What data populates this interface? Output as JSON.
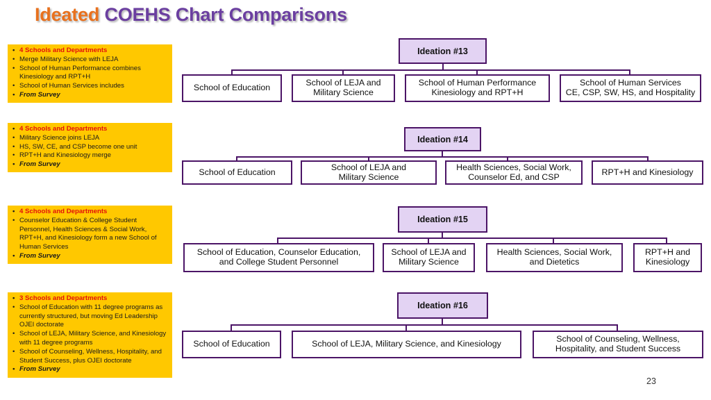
{
  "title": {
    "part1": "Ideated",
    "part2": "COEHS Chart Comparisons"
  },
  "page_number": "23",
  "sections": [
    {
      "note": {
        "heading": "4 Schools and Departments",
        "items": [
          "Merge Military Science with LEJA",
          "School of Human Performance combines Kinesiology and RPT+H",
          "School of Human Services includes"
        ],
        "survey": "From Survey"
      },
      "ideation": "Ideation #13",
      "units": [
        {
          "l1": "School of Education",
          "l2": ""
        },
        {
          "l1": "School of LEJA and",
          "l2": "Military Science"
        },
        {
          "l1": "School of Human Performance",
          "l2": "Kinesiology and RPT+H"
        },
        {
          "l1": "School of Human Services",
          "l2": "CE, CSP, SW, HS, and Hospitality"
        }
      ]
    },
    {
      "note": {
        "heading": "4 Schools and Departments",
        "items": [
          "Military Science joins LEJA",
          "HS, SW, CE, and CSP become one unit",
          "RPT+H and Kinesiology merge"
        ],
        "survey": "From Survey"
      },
      "ideation": "Ideation #14",
      "units": [
        {
          "l1": "School of Education",
          "l2": ""
        },
        {
          "l1": "School of LEJA and",
          "l2": "Military Science"
        },
        {
          "l1": "Health Sciences, Social Work,",
          "l2": "Counselor Ed, and CSP"
        },
        {
          "l1": "RPT+H and Kinesiology",
          "l2": ""
        }
      ]
    },
    {
      "note": {
        "heading": "4 Schools and Departments",
        "items": [
          "Counselor Education & College Student Personnel, Health Sciences & Social Work, RPT+H, and Kinesiology form a new School of Human Services"
        ],
        "survey": "From Survey"
      },
      "ideation": "Ideation #15",
      "units": [
        {
          "l1": "School of Education,  Counselor Education,",
          "l2": "and College Student Personnel"
        },
        {
          "l1": "School of LEJA and",
          "l2": "Military Science"
        },
        {
          "l1": "Health Sciences, Social Work,",
          "l2": "and Dietetics"
        },
        {
          "l1": "RPT+H and",
          "l2": "Kinesiology"
        }
      ]
    },
    {
      "note": {
        "heading": "3 Schools and Departments",
        "items": [
          "School of Education with 11 degree programs  as currently structured, but moving Ed Leadership OJEI doctorate",
          "School of LEJA, Military Science, and Kinesiology with 11 degree programs",
          "School of Counseling, Wellness, Hospitality, and Student Success, plus OJEI doctorate"
        ],
        "survey": "From Survey"
      },
      "ideation": "Ideation #16",
      "units": [
        {
          "l1": "School of Education",
          "l2": ""
        },
        {
          "l1": "School of LEJA, Military Science, and Kinesiology",
          "l2": ""
        },
        {
          "l1": "School of Counseling, Wellness,",
          "l2": "Hospitality, and Student Success"
        }
      ]
    }
  ]
}
